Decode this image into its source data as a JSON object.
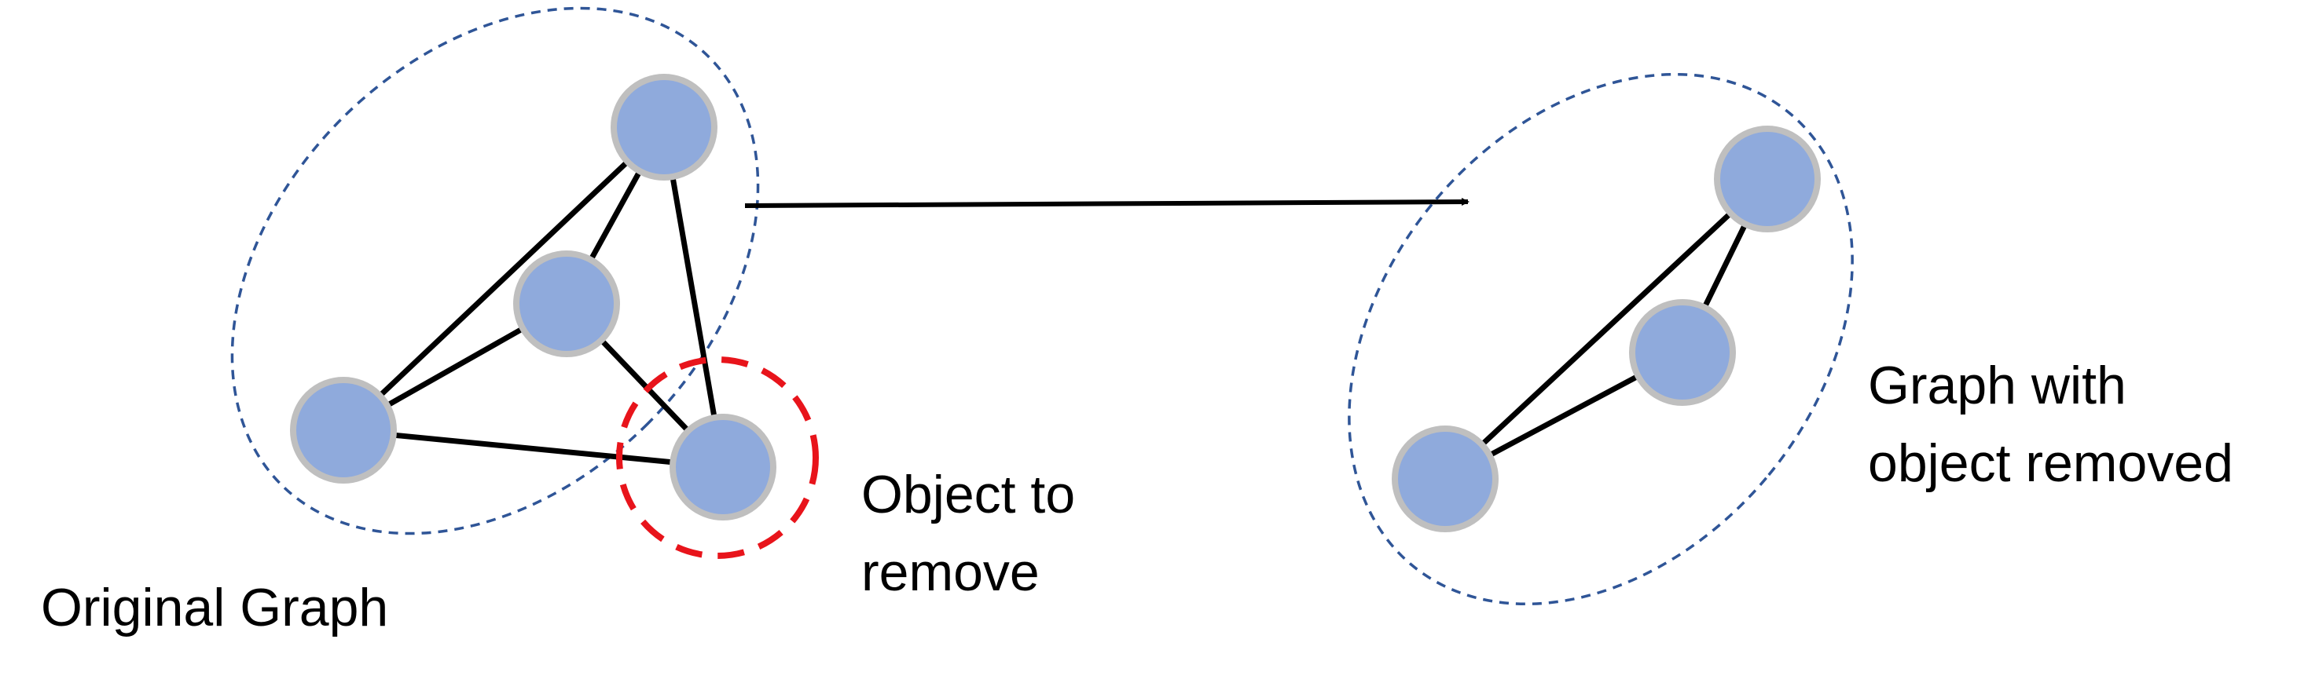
{
  "colors": {
    "node_fill": "#8faadc",
    "node_border": "#bfbfbf",
    "edge": "#000000",
    "group_outline": "#2f5597",
    "remove_marker": "#e8141b"
  },
  "original_graph": {
    "label": "Original Graph",
    "nodes": [
      "top",
      "middle",
      "left",
      "removed"
    ],
    "edges": [
      [
        "top",
        "middle"
      ],
      [
        "top",
        "left"
      ],
      [
        "top",
        "removed"
      ],
      [
        "middle",
        "left"
      ],
      [
        "middle",
        "removed"
      ],
      [
        "left",
        "removed"
      ]
    ]
  },
  "removed_object": {
    "label_line1": "Object to",
    "label_line2": "remove"
  },
  "result_graph": {
    "label_line1": "Graph with",
    "label_line2": "object removed",
    "nodes": [
      "top",
      "middle",
      "left"
    ],
    "edges": [
      [
        "top",
        "middle"
      ],
      [
        "top",
        "left"
      ],
      [
        "middle",
        "left"
      ]
    ]
  }
}
